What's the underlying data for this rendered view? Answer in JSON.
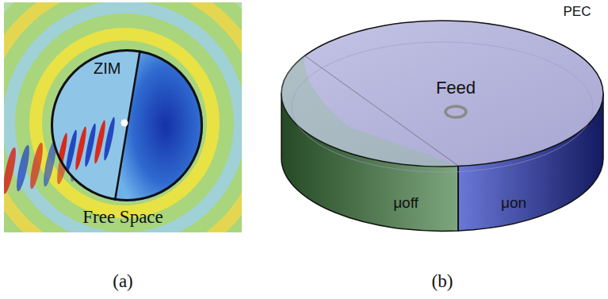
{
  "diagram": {
    "nodes": [
      {
        "text": [
          "ZIM"
        ]
      }
    ],
    "labels": [
      "Free Space",
      "(a)",
      "PEC",
      "Feed",
      "μoff",
      "μon",
      "(b)"
    ]
  }
}
